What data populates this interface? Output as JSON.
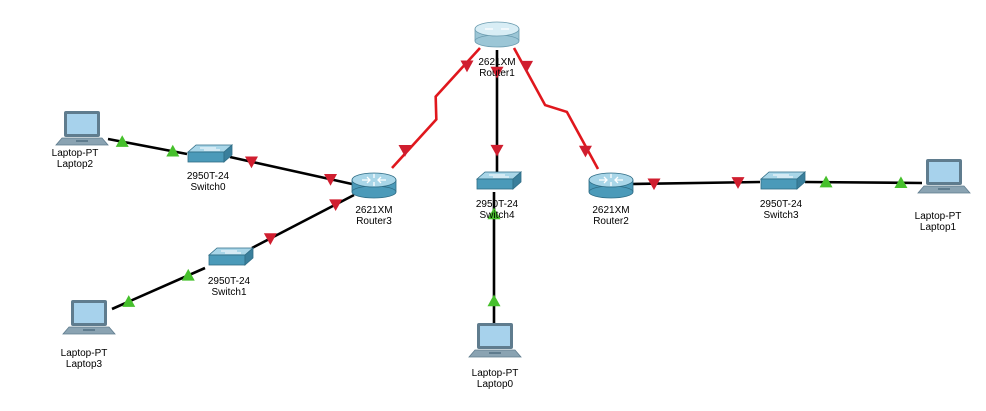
{
  "colors": {
    "background": "#ffffff",
    "link_ethernet": "#000000",
    "link_serial": "#e0171d",
    "status_down": "#d01e2f",
    "status_up": "#46c02c",
    "device_body": "#4b9ab9",
    "device_top": "#a9d6e8",
    "laptop_screen": "#a7d2ec",
    "laptop_frame": "#5f7c8e"
  },
  "devices": [
    {
      "id": "router1",
      "model": "2621XM",
      "name": "Router1",
      "kind": "router-icon"
    },
    {
      "id": "router3",
      "model": "2621XM",
      "name": "Router3",
      "kind": "router-icon"
    },
    {
      "id": "router2",
      "model": "2621XM",
      "name": "Router2",
      "kind": "router-icon"
    },
    {
      "id": "switch0",
      "model": "2950T-24",
      "name": "Switch0",
      "kind": "switch-icon"
    },
    {
      "id": "switch1",
      "model": "2950T-24",
      "name": "Switch1",
      "kind": "switch-icon"
    },
    {
      "id": "switch4",
      "model": "2950T-24",
      "name": "Switch4",
      "kind": "switch-icon"
    },
    {
      "id": "switch3",
      "model": "2950T-24",
      "name": "Switch3",
      "kind": "switch-icon"
    },
    {
      "id": "laptop2",
      "model": "Laptop-PT",
      "name": "Laptop2",
      "kind": "laptop-icon"
    },
    {
      "id": "laptop3",
      "model": "Laptop-PT",
      "name": "Laptop3",
      "kind": "laptop-icon"
    },
    {
      "id": "laptop0",
      "model": "Laptop-PT",
      "name": "Laptop0",
      "kind": "laptop-icon"
    },
    {
      "id": "laptop1",
      "model": "Laptop-PT",
      "name": "Laptop1",
      "kind": "laptop-icon"
    }
  ],
  "links": [
    {
      "from": "laptop2",
      "to": "switch0",
      "type": "ethernet",
      "status_from": "up",
      "status_to": "up"
    },
    {
      "from": "switch0",
      "to": "router3",
      "type": "ethernet",
      "status_from": "down",
      "status_to": "down"
    },
    {
      "from": "laptop3",
      "to": "switch1",
      "type": "ethernet",
      "status_from": "up",
      "status_to": "up"
    },
    {
      "from": "switch1",
      "to": "router3",
      "type": "ethernet",
      "status_from": "down",
      "status_to": "down"
    },
    {
      "from": "router3",
      "to": "router1",
      "type": "serial",
      "status_from": "down",
      "status_to": "down"
    },
    {
      "from": "router1",
      "to": "switch4",
      "type": "ethernet",
      "status_from": "down",
      "status_to": "down"
    },
    {
      "from": "switch4",
      "to": "laptop0",
      "type": "ethernet",
      "status_from": "up",
      "status_to": "up"
    },
    {
      "from": "router1",
      "to": "router2",
      "type": "serial",
      "status_from": "down",
      "status_to": "down"
    },
    {
      "from": "router2",
      "to": "switch3",
      "type": "ethernet",
      "status_from": "down",
      "status_to": "down"
    },
    {
      "from": "switch3",
      "to": "laptop1",
      "type": "ethernet",
      "status_from": "up",
      "status_to": "up"
    }
  ]
}
